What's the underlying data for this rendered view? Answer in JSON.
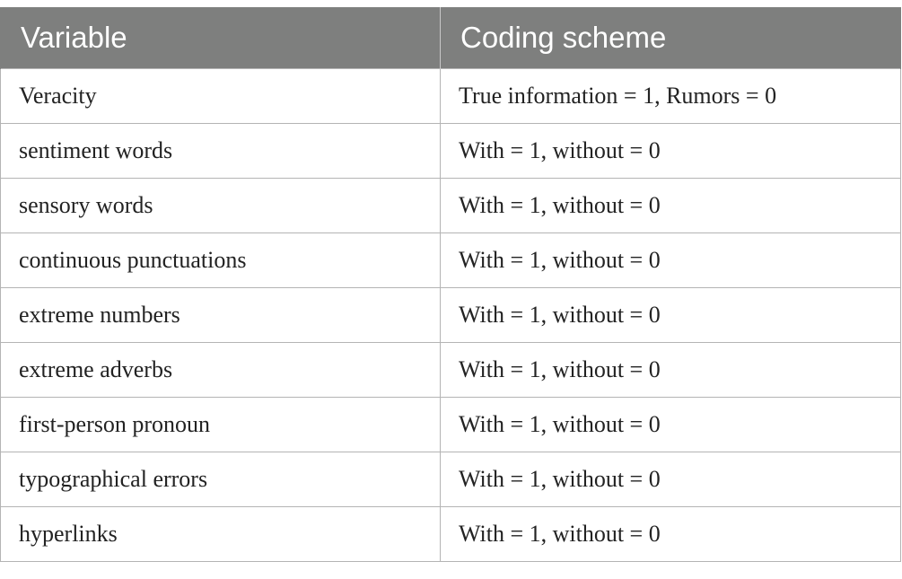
{
  "table": {
    "headers": [
      "Variable",
      "Coding scheme"
    ],
    "rows": [
      [
        "Veracity",
        "True information = 1, Rumors = 0"
      ],
      [
        "sentiment words",
        "With = 1, without = 0"
      ],
      [
        "sensory words",
        "With = 1, without = 0"
      ],
      [
        "continuous punctuations",
        "With = 1, without = 0"
      ],
      [
        "extreme numbers",
        "With = 1, without = 0"
      ],
      [
        "extreme adverbs",
        "With = 1, without = 0"
      ],
      [
        "first-person pronoun",
        "With = 1, without = 0"
      ],
      [
        "typographical errors",
        "With = 1, without = 0"
      ],
      [
        "hyperlinks",
        "With = 1, without = 0"
      ]
    ]
  },
  "colors": {
    "header_background": "#7e7f7e",
    "header_text": "#ffffff",
    "grid_lines": "#b4b4b4"
  }
}
